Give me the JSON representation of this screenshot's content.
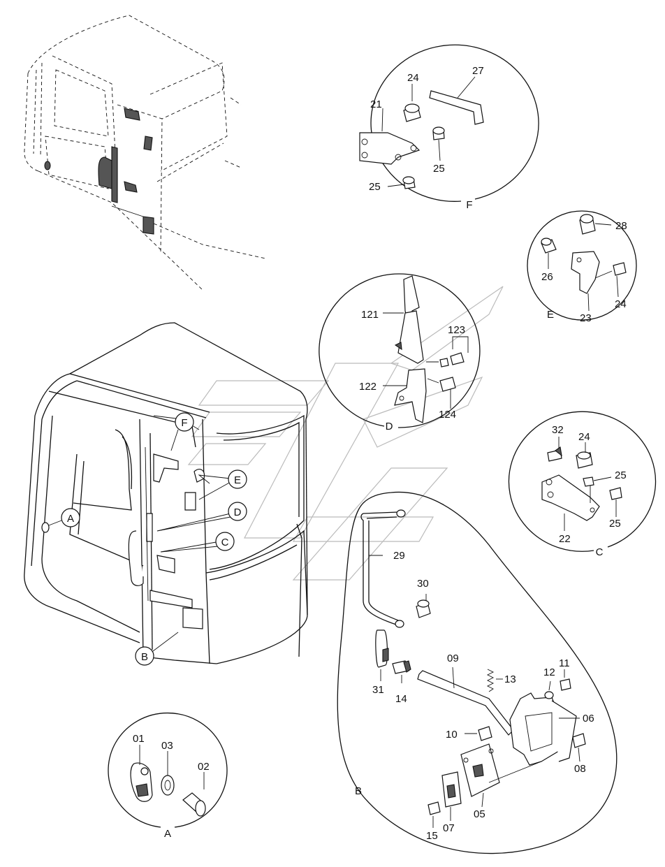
{
  "callouts": {
    "A": "A",
    "B": "B",
    "C": "C",
    "D": "D",
    "E": "E",
    "F": "F"
  },
  "parts": {
    "p01": "01",
    "p02": "02",
    "p03": "03",
    "p05": "05",
    "p06": "06",
    "p07": "07",
    "p08": "08",
    "p09": "09",
    "p10": "10",
    "p11": "11",
    "p12": "12",
    "p13": "13",
    "p14": "14",
    "p15": "15",
    "p21": "21",
    "p22": "22",
    "p23": "23",
    "p24": "24",
    "p25": "25",
    "p26": "26",
    "p27": "27",
    "p28": "28",
    "p29": "29",
    "p30": "30",
    "p31": "31",
    "p32": "32",
    "p121": "121",
    "p122": "122",
    "p123": "123",
    "p124": "124"
  }
}
